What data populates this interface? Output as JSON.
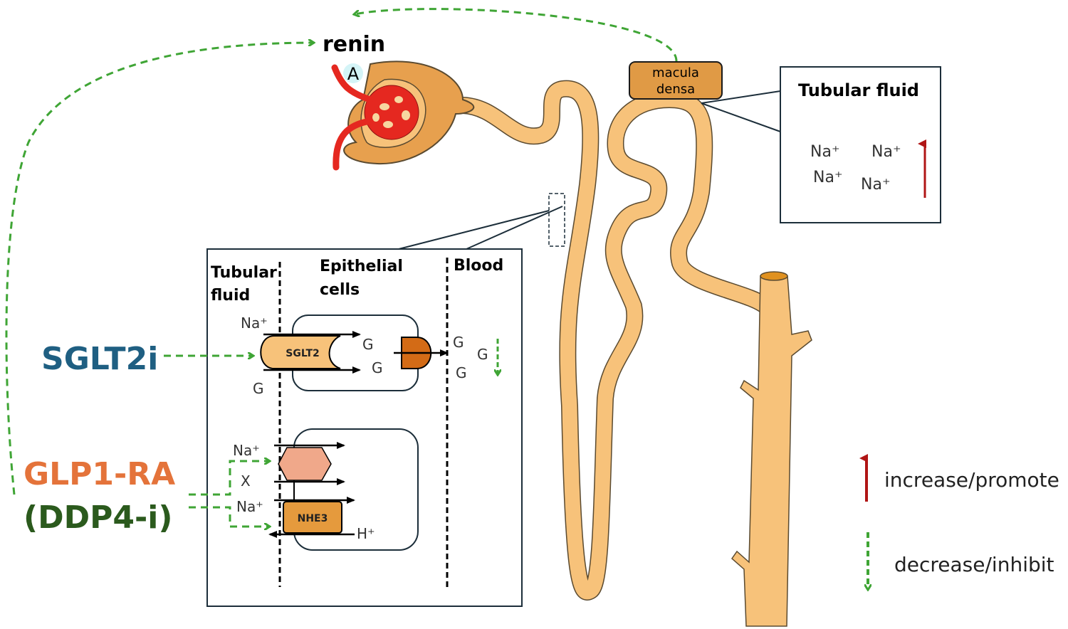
{
  "top": {
    "renin_label": "renin",
    "afferent_marker": "A",
    "macula_densa": [
      "macula",
      "densa"
    ]
  },
  "tubular_fluid_panel": {
    "title": "Tubular fluid",
    "ions": [
      "Na⁺",
      "Na⁺",
      "Na⁺",
      "Na⁺"
    ],
    "trend_icon": "arrow-up-red"
  },
  "cell_panel": {
    "headers": {
      "tubular_fluid": [
        "Tubular",
        "fluid"
      ],
      "epithelial": [
        "Epithelial",
        "cells"
      ],
      "blood": "Blood"
    },
    "sglt2": {
      "transporter_label": "SGLT2",
      "na_in": "Na⁺",
      "g_in": "G",
      "g_out_1": "G",
      "g_out_2": "G",
      "blood_g": [
        "G",
        "G"
      ],
      "blood_g_decrease": "G"
    },
    "nhe3": {
      "na_1": "Na⁺",
      "x": "X",
      "na_2": "Na⁺",
      "transporter_label": "NHE3",
      "h_out": "H⁺"
    }
  },
  "drugs": {
    "sglt2i": "SGLT2i",
    "glp1": "GLP1-RA",
    "dpp4": "(DDP4-i)"
  },
  "legend": {
    "items": [
      {
        "icon": "arrow-up-red",
        "label": "increase/promote"
      },
      {
        "icon": "arrow-down-green-dashed",
        "label": "decrease/inhibit"
      }
    ]
  },
  "colors": {
    "green": "#3fa535",
    "red": "#b01515",
    "tubule": "#f7c27a",
    "sglt2i_blue": "#1f5f82",
    "glp1_orange": "#e4733a",
    "dpp4_green": "#2b5a1d",
    "macula_fill": "#e09a45",
    "hexagon": "#f0a88a",
    "nhe3_fill": "#e59a3d",
    "glut_fill": "#d36b16"
  }
}
